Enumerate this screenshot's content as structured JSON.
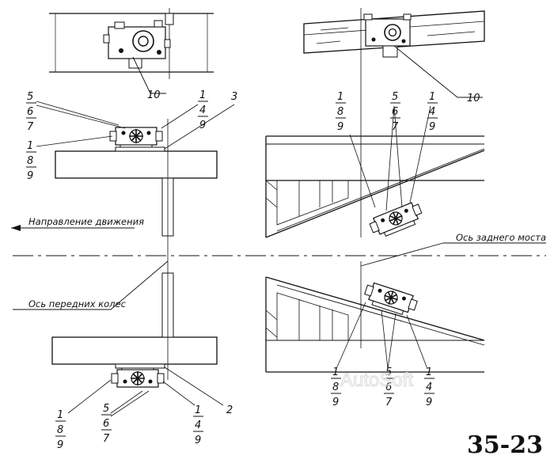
{
  "figure_number": "35-23",
  "watermark": "AutoSoft",
  "labels": {
    "direction": "Направление движения",
    "front_axis": "Ось передних колес",
    "rear_axis": "Ось заднего моста"
  },
  "refs": {
    "r10_top_left": "10",
    "r10_top_right": "10",
    "r2": "2",
    "r3": "3",
    "stackA_1": "5",
    "stackA_2": "6",
    "stackA_3": "7",
    "stackB_1": "1",
    "stackB_2": "8",
    "stackB_3": "9",
    "stackC_1": "1",
    "stackC_2": "4",
    "stackC_3": "9",
    "stackD_1": "1",
    "stackD_2": "8",
    "stackD_3": "9",
    "stackE_1": "5",
    "stackE_2": "6",
    "stackE_3": "7",
    "stackF_1": "1",
    "stackF_2": "4",
    "stackF_3": "9",
    "stackG_1": "1",
    "stackG_2": "8",
    "stackG_3": "9",
    "stackH_1": "5",
    "stackH_2": "6",
    "stackH_3": "7",
    "stackI_1": "1",
    "stackI_2": "4",
    "stackI_3": "9",
    "stackJ_1": "1",
    "stackJ_2": "8",
    "stackJ_3": "9",
    "stackK_1": "5",
    "stackK_2": "6",
    "stackK_3": "7",
    "stackL_1": "1",
    "stackL_2": "4",
    "stackL_3": "9"
  }
}
